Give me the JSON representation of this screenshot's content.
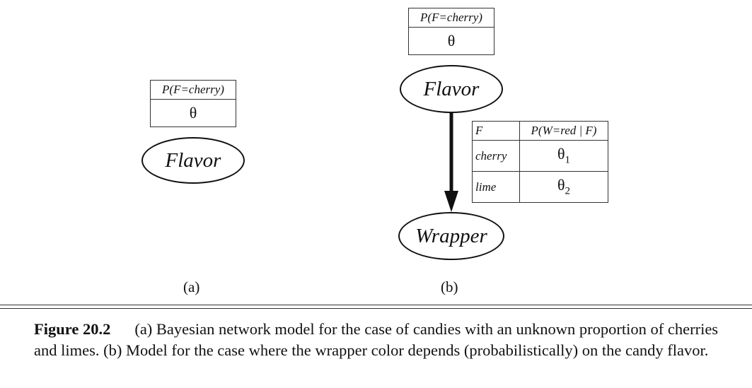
{
  "panel_a": {
    "cpt": {
      "header": "P(F=cherry)",
      "value": "θ"
    },
    "node": "Flavor",
    "label": "(a)"
  },
  "panel_b": {
    "cpt_flavor": {
      "header": "P(F=cherry)",
      "value": "θ"
    },
    "node_flavor": "Flavor",
    "node_wrapper": "Wrapper",
    "cpt_wrapper": {
      "col1_header": "F",
      "col2_header": "P(W=red | F)",
      "rows": [
        {
          "f": "cherry",
          "theta": "θ",
          "sub": "1"
        },
        {
          "f": "lime",
          "theta": "θ",
          "sub": "2"
        }
      ]
    },
    "label": "(b)"
  },
  "caption": {
    "figure_label": "Figure 20.2",
    "text": "(a) Bayesian network model for the case of candies with an unknown proportion of cherries and limes. (b) Model for the case where the wrapper color depends (probabilistically) on the candy flavor."
  }
}
